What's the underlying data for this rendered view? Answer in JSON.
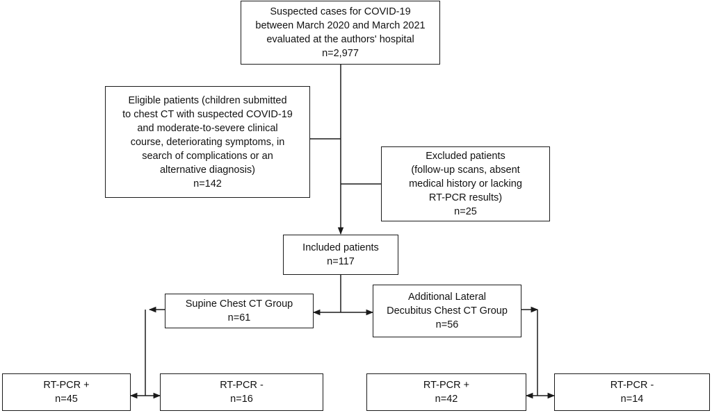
{
  "diagram": {
    "nodes": {
      "suspected": {
        "lines": [
          "Suspected cases for COVID-19",
          "between March 2020 and March 2021",
          "evaluated at the authors' hospital",
          "n=2,977"
        ]
      },
      "eligible": {
        "lines": [
          "Eligible patients (children submitted",
          "to chest CT with suspected COVID-19",
          "and moderate-to-severe clinical",
          "course, deteriorating symptoms, in",
          "search of complications or an",
          "alternative diagnosis)",
          "n=142"
        ]
      },
      "excluded": {
        "lines": [
          "Excluded patients",
          "(follow-up scans, absent",
          "medical history or lacking",
          "RT-PCR results)",
          "n=25"
        ]
      },
      "included": {
        "lines": [
          "Included patients",
          "n=117"
        ]
      },
      "supine": {
        "lines": [
          "Supine Chest CT Group",
          "n=61"
        ]
      },
      "lateral": {
        "lines": [
          "Additional Lateral",
          "Decubitus Chest CT Group",
          "n=56"
        ]
      },
      "supine_pos": {
        "lines": [
          "RT-PCR +",
          "n=45"
        ]
      },
      "supine_neg": {
        "lines": [
          "RT-PCR -",
          "n=16"
        ]
      },
      "lateral_pos": {
        "lines": [
          "RT-PCR +",
          "n=42"
        ]
      },
      "lateral_neg": {
        "lines": [
          "RT-PCR -",
          "n=14"
        ]
      }
    }
  }
}
